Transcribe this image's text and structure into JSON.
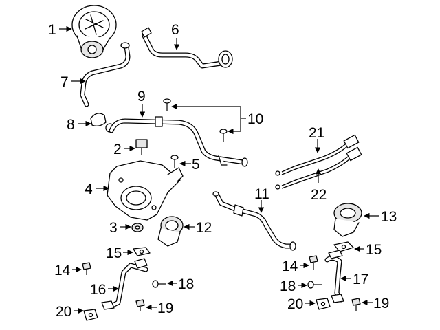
{
  "callouts": {
    "c1": "1",
    "c2": "2",
    "c3": "3",
    "c4": "4",
    "c5": "5",
    "c6": "6",
    "c7": "7",
    "c8": "8",
    "c9": "9",
    "c10": "10",
    "c11": "11",
    "c12": "12",
    "c13": "13",
    "c14a": "14",
    "c14b": "14",
    "c15a": "15",
    "c15b": "15",
    "c16": "16",
    "c17": "17",
    "c18a": "18",
    "c18b": "18",
    "c19a": "19",
    "c19b": "19",
    "c20a": "20",
    "c20b": "20",
    "c21": "21",
    "c22": "22"
  }
}
